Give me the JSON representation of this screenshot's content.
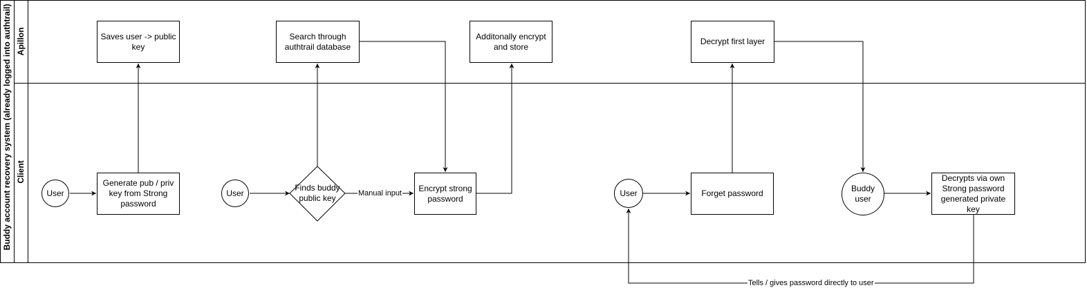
{
  "pool": {
    "title": "Buddy account recovery system (already logged into authtrail)",
    "lanes": {
      "top": "Apillon",
      "bottom": "Client"
    }
  },
  "nodes": {
    "user1": "User",
    "generate_keys": "Generate pub / priv key from Strong password",
    "save_key": "Saves user -> public key",
    "user2": "User",
    "find_buddy": "Finds buddy public key",
    "search_db": "Search through authtrail database",
    "encrypt_strong": "Encrypt strong password",
    "encrypt_store": "Additonally encrypt and store",
    "user3": "User",
    "forget_password": "Forget password",
    "decrypt_first": "Decrypt first layer",
    "buddy_user": "Buddy user",
    "decrypt_own": "Decrypts via own Strong password generated private key"
  },
  "edges": {
    "manual_input": "Manual input",
    "tells_user": "Tells / gives password directly to user"
  }
}
